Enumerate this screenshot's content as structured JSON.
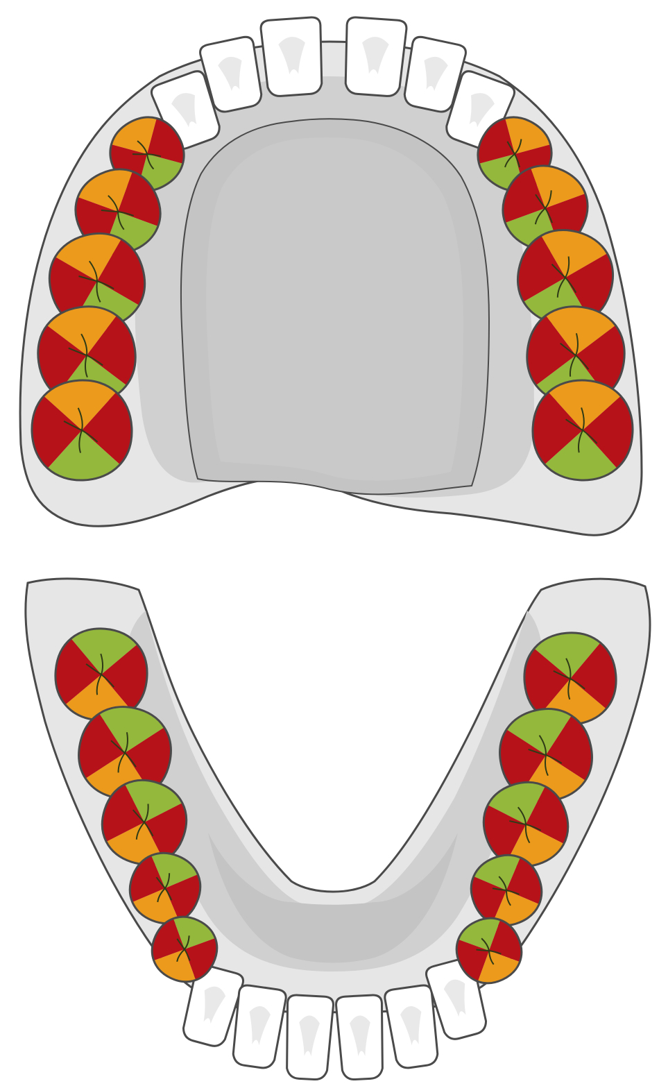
{
  "diagram": {
    "colors": {
      "outline": "#4a4a4a",
      "gum_outer": "#e6e6e6",
      "gum_mid": "#d0d0d0",
      "palate": "#c4c4c4",
      "palate_inner": "#b4b4b4",
      "tooth_white": "#ffffff",
      "tooth_shade": "#e9e9e9",
      "red": "#b51219",
      "orange": "#ec9a1b",
      "green": "#93b83c",
      "groove": "#2f3b16"
    },
    "upper_arch": {
      "anterior_teeth": 6,
      "posterior_teeth_per_side": 5
    },
    "lower_arch": {
      "anterior_teeth": 6,
      "posterior_teeth_per_side": 5
    }
  }
}
